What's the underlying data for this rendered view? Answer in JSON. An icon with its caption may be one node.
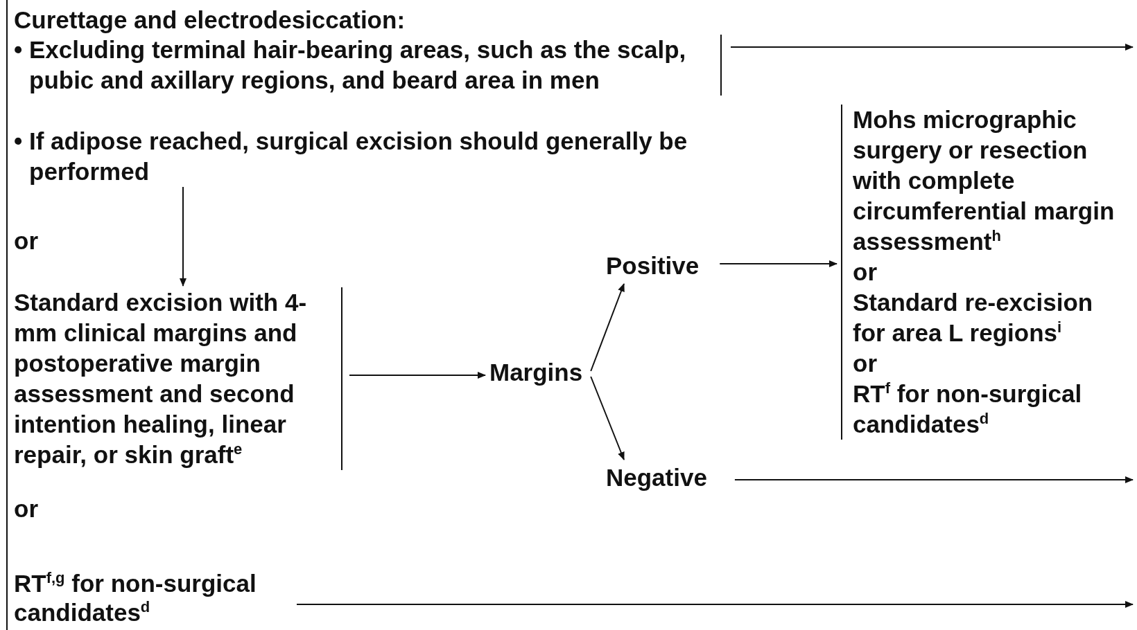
{
  "diagram": {
    "nodes": [
      {
        "text": [
          "Curettage and electrodesiccation:",
          "• Excluding terminal hair-bearing areas, such as the scalp, pubic and axillary regions, and beard area in men",
          "• If adipose reached, surgical excision should generally be performed"
        ]
      },
      {
        "text": [
          "Standard excision with 4-mm clinical margins and postoperative margin assessment and second intention healing, linear repair, or skin graft$^{e}$"
        ]
      },
      {
        "text": [
          "Margins"
        ]
      },
      {
        "text": [
          "Positive"
        ]
      },
      {
        "text": [
          "Negative"
        ]
      },
      {
        "text": [
          "Mohs micrographic surgery or resection with complete circumferential margin assessment$^{h}$",
          "or",
          "Standard re-excision for area L regions$^{i}$",
          "or",
          "RT$^{f}$ for non-surgical candidates$^{d}$"
        ]
      },
      {
        "text": [
          "RT$^{f,g}$ for non-surgical candidates$^{d}$"
        ]
      }
    ],
    "edges": [
      {
        "from": 0,
        "to": null,
        "arrow": "to"
      },
      {
        "from": 0,
        "to": 1,
        "arrow": "to"
      },
      {
        "from": 1,
        "to": 2,
        "arrow": "to"
      },
      {
        "from": 2,
        "to": 3,
        "arrow": "to"
      },
      {
        "from": 2,
        "to": 4,
        "arrow": "to"
      },
      {
        "from": 3,
        "to": 5,
        "arrow": "to"
      },
      {
        "from": 4,
        "to": null,
        "arrow": "to"
      },
      {
        "from": 6,
        "to": null,
        "arrow": "to"
      }
    ],
    "labels": [
      "or",
      "or"
    ]
  }
}
